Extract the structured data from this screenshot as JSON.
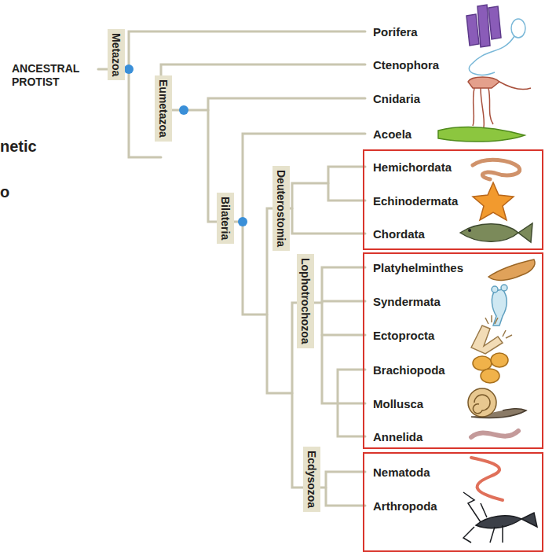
{
  "diagram": {
    "nodes": [
      {
        "text": [
          "Metazoa"
        ]
      },
      {
        "text": [
          "Eumetazoa"
        ]
      },
      {
        "text": [
          "Bilateria"
        ]
      },
      {
        "text": [
          "Deuterostomia"
        ]
      },
      {
        "text": [
          "Lophotrochozoa"
        ]
      },
      {
        "text": [
          "Ecdysozoa"
        ]
      }
    ],
    "labels": [
      "ANCESTRAL PROTIST",
      "netic",
      "o",
      "Porifera",
      "Ctenophora",
      "Cnidaria",
      "Acoela",
      "Hemichordata",
      "Echinodermata",
      "Chordata",
      "Platyhelminthes",
      "Syndermata",
      "Ectoprocta",
      "Brachiopoda",
      "Mollusca",
      "Annelida",
      "Nematoda",
      "Arthropoda"
    ]
  }
}
